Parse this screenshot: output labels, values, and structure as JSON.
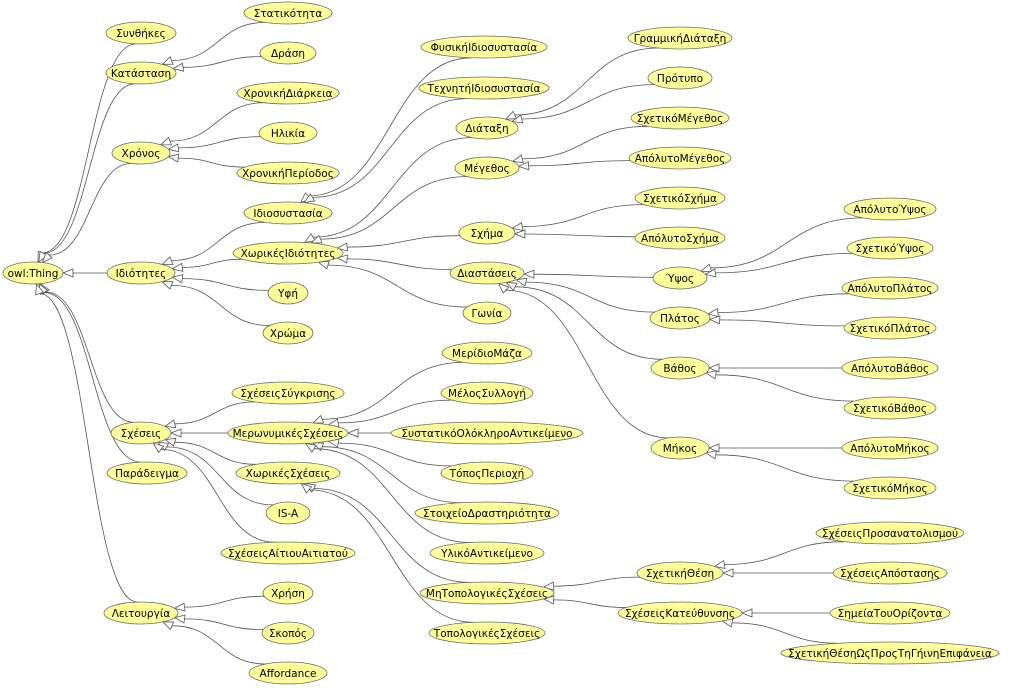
{
  "diagram": {
    "type": "ontology-class-hierarchy",
    "colors": {
      "node_fill": "#ffff99",
      "node_stroke": "#6b6b6b",
      "edge": "#555555",
      "arrow_fill": "#ffffff"
    },
    "nodes": [
      {
        "id": "owlThing",
        "label": "owl:Thing"
      },
      {
        "id": "synthikes",
        "label": "Συνθήκες"
      },
      {
        "id": "katastasi",
        "label": "Κατάσταση"
      },
      {
        "id": "statikotita",
        "label": "Στατικότητα"
      },
      {
        "id": "drasi",
        "label": "Δράση"
      },
      {
        "id": "xronos",
        "label": "Χρόνος"
      },
      {
        "id": "xronikiDiarkeia",
        "label": "ΧρονικήΔιάρκεια"
      },
      {
        "id": "ilikia",
        "label": "Ηλικία"
      },
      {
        "id": "xronikiPeriodos",
        "label": "ΧρονικήΠερίοδος"
      },
      {
        "id": "idiotites",
        "label": "Ιδιότητες"
      },
      {
        "id": "idiosystasia",
        "label": "Ιδιοσυστασία"
      },
      {
        "id": "fysikiIdio",
        "label": "ΦυσικήΙδιοσυστασία"
      },
      {
        "id": "texnitiIdio",
        "label": "ΤεχνητήΙδιοσυστασία"
      },
      {
        "id": "xorikesIdiotites",
        "label": "ΧωρικέςΙδιότητες"
      },
      {
        "id": "ypsi",
        "label": "Υφή"
      },
      {
        "id": "xroma",
        "label": "Χρώμα"
      },
      {
        "id": "diataxi",
        "label": "Διάταξη"
      },
      {
        "id": "grammikiDiataxi",
        "label": "ΓραμμικήΔιάταξη"
      },
      {
        "id": "protypo",
        "label": "Πρότυπο"
      },
      {
        "id": "megethos",
        "label": "Μέγεθος"
      },
      {
        "id": "sxetikoMegethos",
        "label": "ΣχετικόΜέγεθος"
      },
      {
        "id": "apolytoMegethos",
        "label": "ΑπόλυτοΜέγεθος"
      },
      {
        "id": "sxima",
        "label": "Σχήμα"
      },
      {
        "id": "sxetikoSxima",
        "label": "ΣχετικόΣχήμα"
      },
      {
        "id": "apolytoSxima",
        "label": "ΑπόλυτοΣχήμα"
      },
      {
        "id": "diastaseis",
        "label": "Διαστάσεις"
      },
      {
        "id": "gonia",
        "label": "Γωνία"
      },
      {
        "id": "ypsos",
        "label": "Ύψος"
      },
      {
        "id": "apolytoYpsos",
        "label": "ΑπόλυτοΎψος"
      },
      {
        "id": "sxetikoYpsos",
        "label": "ΣχετικόΎψος"
      },
      {
        "id": "platos",
        "label": "Πλάτος"
      },
      {
        "id": "apolytoPlatos",
        "label": "ΑπόλυτοΠλάτος"
      },
      {
        "id": "sxetikoPlatos",
        "label": "ΣχετικόΠλάτος"
      },
      {
        "id": "vathos",
        "label": "Βάθος"
      },
      {
        "id": "apolytoVathos",
        "label": "ΑπόλυτοΒάθος"
      },
      {
        "id": "sxetikoVathos",
        "label": "ΣχετικόΒάθος"
      },
      {
        "id": "mikos",
        "label": "Μήκος"
      },
      {
        "id": "apolytoMikos",
        "label": "ΑπόλυτοΜήκος"
      },
      {
        "id": "sxetikoMikos",
        "label": "ΣχετικόΜήκος"
      },
      {
        "id": "sxeseis",
        "label": "Σχέσεις"
      },
      {
        "id": "paradeigma",
        "label": "Παράδειγμα"
      },
      {
        "id": "sxeseisSygkrisis",
        "label": "ΣχέσειςΣύγκρισης"
      },
      {
        "id": "merwnymikes",
        "label": "ΜερωνυμικέςΣχέσεις"
      },
      {
        "id": "xorikesSxeseis",
        "label": "ΧωρικέςΣχέσεις"
      },
      {
        "id": "isa",
        "label": "IS-A"
      },
      {
        "id": "aitiou",
        "label": "ΣχέσειςΑίτιουΑιτιατού"
      },
      {
        "id": "meridioMaza",
        "label": "ΜερίδιοΜάζα"
      },
      {
        "id": "melosSyllogi",
        "label": "ΜέλοςΣυλλογή"
      },
      {
        "id": "systatiko",
        "label": "ΣυστατικόΟλόκληροΑντικείμενο"
      },
      {
        "id": "toposPerioxi",
        "label": "ΤόποςΠεριοχή"
      },
      {
        "id": "stoixeio",
        "label": "ΣτοιχείοΔραστηριότητα"
      },
      {
        "id": "yliko",
        "label": "ΥλικόΑντικείμενο"
      },
      {
        "id": "mitopologikes",
        "label": "ΜηΤοπολογικέςΣχέσεις"
      },
      {
        "id": "topologikes",
        "label": "ΤοπολογικέςΣχέσεις"
      },
      {
        "id": "sxetikiThesi",
        "label": "ΣχετικήΘέση"
      },
      {
        "id": "prosanatolismou",
        "label": "ΣχέσειςΠροσανατολισμού"
      },
      {
        "id": "apostasis",
        "label": "ΣχέσειςΑπόστασης"
      },
      {
        "id": "kateythynsis",
        "label": "ΣχέσειςΚατεύθυνσης"
      },
      {
        "id": "simeia",
        "label": "ΣημείαΤουΟρίζοντα"
      },
      {
        "id": "sxetikiThesiGi",
        "label": "ΣχετικήΘέσηΩςΠροςΤηΓήινηΕπιφάνεια"
      },
      {
        "id": "leitourgia",
        "label": "Λειτουργία"
      },
      {
        "id": "xrisi",
        "label": "Χρήση"
      },
      {
        "id": "skopos",
        "label": "Σκοπός"
      },
      {
        "id": "affordance",
        "label": "Affordance"
      }
    ],
    "edges": [
      [
        "synthikes",
        "owlThing"
      ],
      [
        "katastasi",
        "owlThing"
      ],
      [
        "xronos",
        "owlThing"
      ],
      [
        "idiotites",
        "owlThing"
      ],
      [
        "sxeseis",
        "owlThing"
      ],
      [
        "paradeigma",
        "owlThing"
      ],
      [
        "leitourgia",
        "owlThing"
      ],
      [
        "statikotita",
        "katastasi"
      ],
      [
        "drasi",
        "katastasi"
      ],
      [
        "xronikiDiarkeia",
        "xronos"
      ],
      [
        "ilikia",
        "xronos"
      ],
      [
        "xronikiPeriodos",
        "xronos"
      ],
      [
        "idiosystasia",
        "idiotites"
      ],
      [
        "xorikesIdiotites",
        "idiotites"
      ],
      [
        "ypsi",
        "idiotites"
      ],
      [
        "xroma",
        "idiotites"
      ],
      [
        "fysikiIdio",
        "idiosystasia"
      ],
      [
        "texnitiIdio",
        "idiosystasia"
      ],
      [
        "diataxi",
        "xorikesIdiotites"
      ],
      [
        "megethos",
        "xorikesIdiotites"
      ],
      [
        "sxima",
        "xorikesIdiotites"
      ],
      [
        "diastaseis",
        "xorikesIdiotites"
      ],
      [
        "gonia",
        "xorikesIdiotites"
      ],
      [
        "grammikiDiataxi",
        "diataxi"
      ],
      [
        "protypo",
        "diataxi"
      ],
      [
        "sxetikoMegethos",
        "megethos"
      ],
      [
        "apolytoMegethos",
        "megethos"
      ],
      [
        "sxetikoSxima",
        "sxima"
      ],
      [
        "apolytoSxima",
        "sxima"
      ],
      [
        "ypsos",
        "diastaseis"
      ],
      [
        "platos",
        "diastaseis"
      ],
      [
        "vathos",
        "diastaseis"
      ],
      [
        "mikos",
        "diastaseis"
      ],
      [
        "apolytoYpsos",
        "ypsos"
      ],
      [
        "sxetikoYpsos",
        "ypsos"
      ],
      [
        "apolytoPlatos",
        "platos"
      ],
      [
        "sxetikoPlatos",
        "platos"
      ],
      [
        "apolytoVathos",
        "vathos"
      ],
      [
        "sxetikoVathos",
        "vathos"
      ],
      [
        "apolytoMikos",
        "mikos"
      ],
      [
        "sxetikoMikos",
        "mikos"
      ],
      [
        "sxeseisSygkrisis",
        "sxeseis"
      ],
      [
        "merwnymikes",
        "sxeseis"
      ],
      [
        "xorikesSxeseis",
        "sxeseis"
      ],
      [
        "isa",
        "sxeseis"
      ],
      [
        "aitiou",
        "sxeseis"
      ],
      [
        "meridioMaza",
        "merwnymikes"
      ],
      [
        "melosSyllogi",
        "merwnymikes"
      ],
      [
        "systatiko",
        "merwnymikes"
      ],
      [
        "toposPerioxi",
        "merwnymikes"
      ],
      [
        "stoixeio",
        "merwnymikes"
      ],
      [
        "yliko",
        "merwnymikes"
      ],
      [
        "mitopologikes",
        "xorikesSxeseis"
      ],
      [
        "topologikes",
        "xorikesSxeseis"
      ],
      [
        "sxetikiThesi",
        "mitopologikes"
      ],
      [
        "kateythynsis",
        "mitopologikes"
      ],
      [
        "prosanatolismou",
        "sxetikiThesi"
      ],
      [
        "apostasis",
        "sxetikiThesi"
      ],
      [
        "simeia",
        "kateythynsis"
      ],
      [
        "sxetikiThesiGi",
        "kateythynsis"
      ],
      [
        "xrisi",
        "leitourgia"
      ],
      [
        "skopos",
        "leitourgia"
      ],
      [
        "affordance",
        "leitourgia"
      ]
    ]
  }
}
